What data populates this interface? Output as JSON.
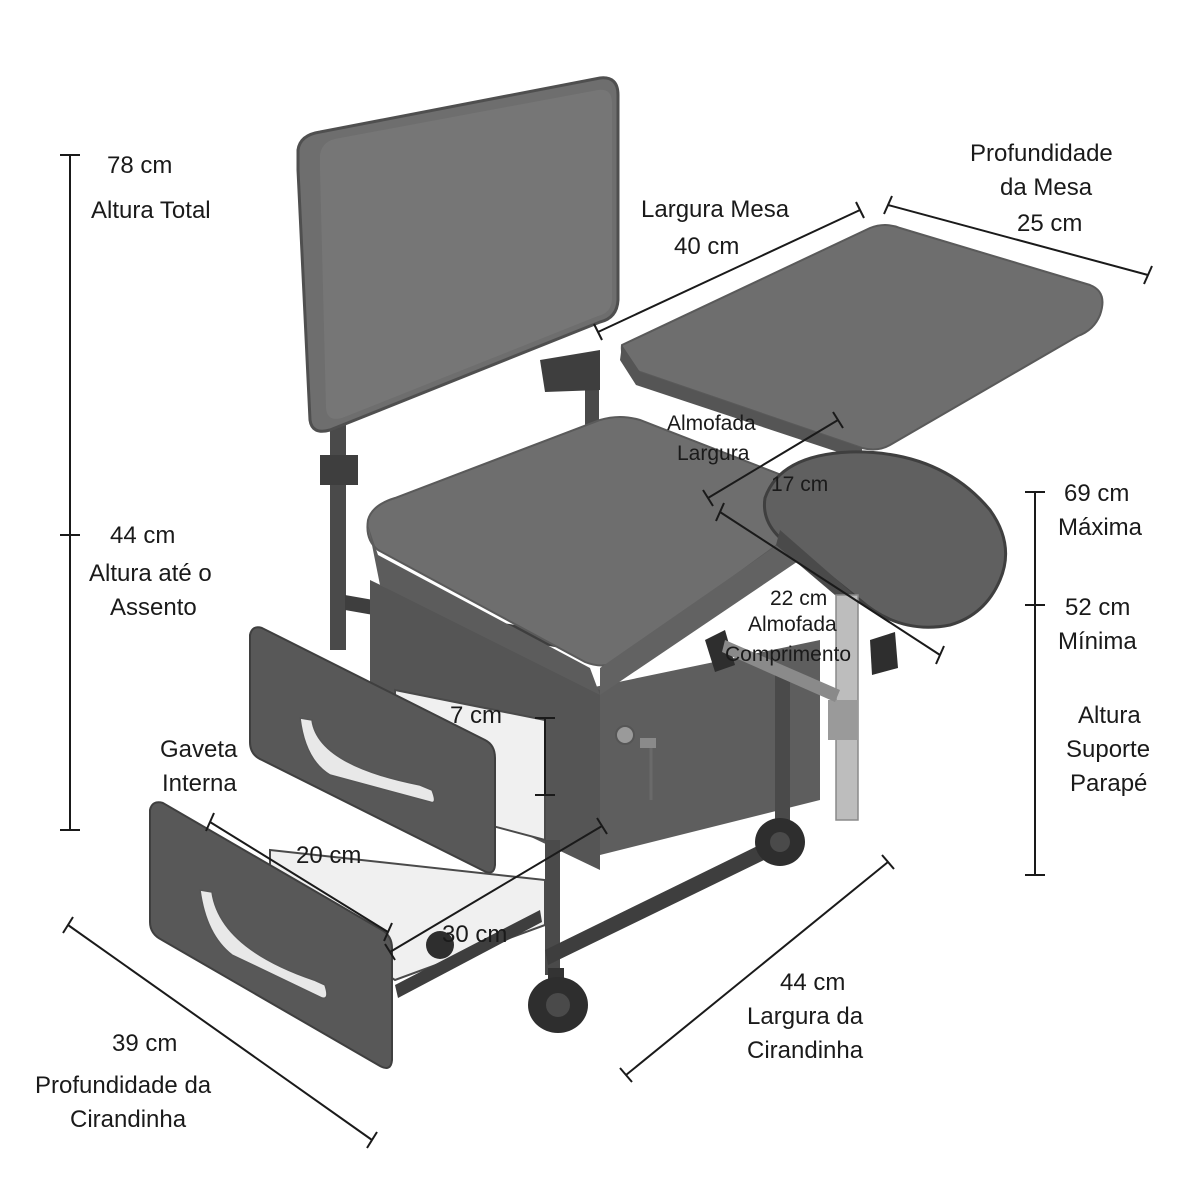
{
  "colors": {
    "dimension_line": "#1a1a1a",
    "upholstery": "#6e6e6e",
    "frame": "#4a4a4a",
    "drawer_interior": "#f0f0f0",
    "handle": "#e8e8e8",
    "chrome": "#bdbdbd"
  },
  "dimensions": {
    "total_height": {
      "value": "78 cm",
      "label": "Altura Total"
    },
    "seat_height": {
      "value": "44 cm",
      "label_line1": "Altura até o",
      "label_line2": "Assento"
    },
    "table_width": {
      "label": "Largura Mesa",
      "value": "40 cm"
    },
    "table_depth": {
      "label_line1": "Profundidade",
      "label_line2": "da Mesa",
      "value": "25 cm"
    },
    "cushion_width": {
      "label_line1": "Almofada",
      "label_line2": "Largura",
      "value": "17 cm"
    },
    "cushion_length": {
      "value": "22 cm",
      "label_line1": "Almofada",
      "label_line2": "Comprimento"
    },
    "support_max": {
      "value": "69 cm",
      "label": "Máxima"
    },
    "support_min": {
      "value": "52 cm",
      "label": "Mínima"
    },
    "support_title": {
      "line1": "Altura",
      "line2": "Suporte",
      "line3": "Parapé"
    },
    "drawer_height": {
      "value": "7 cm"
    },
    "inner_drawer": {
      "line1": "Gaveta",
      "line2": "Interna"
    },
    "drawer_width": {
      "value": "20 cm"
    },
    "drawer_depth": {
      "value": "30 cm"
    },
    "base_width": {
      "value": "44 cm",
      "label_line1": "Largura da",
      "label_line2": "Cirandinha"
    },
    "base_depth": {
      "value": "39 cm",
      "label_line1": "Profundidade da",
      "label_line2": "Cirandinha"
    }
  }
}
